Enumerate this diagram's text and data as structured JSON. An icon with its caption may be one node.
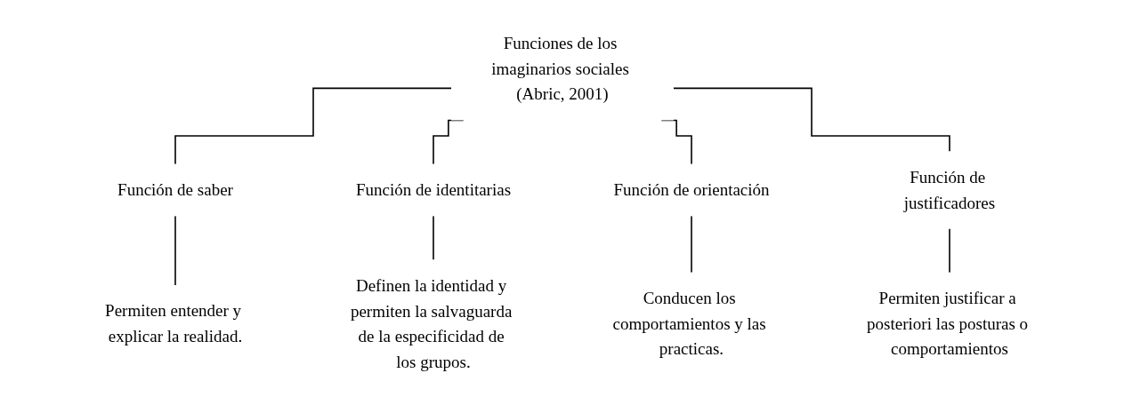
{
  "diagram": {
    "nodes": [
      {
        "text": [
          "Funciones de los imaginarios sociales (Abric, 2001)"
        ]
      },
      {
        "text": [
          "Función de saber"
        ]
      },
      {
        "text": [
          "Función de identitarias"
        ]
      },
      {
        "text": [
          "Función de orientación"
        ]
      },
      {
        "text": [
          "Función de justificadores"
        ]
      },
      {
        "text": [
          "Permiten entender y explicar la realidad."
        ]
      },
      {
        "text": [
          "Definen la identidad y permiten la salvaguarda de la especificidad de los grupos."
        ]
      },
      {
        "text": [
          "Conducen los comportamientos y las practicas."
        ]
      },
      {
        "text": [
          "Permiten justificar a posteriori las posturas o comportamientos"
        ]
      }
    ],
    "edges": [
      {
        "from": 0,
        "to": 1,
        "arrow": "none"
      },
      {
        "from": 0,
        "to": 2,
        "arrow": "none"
      },
      {
        "from": 0,
        "to": 3,
        "arrow": "none"
      },
      {
        "from": 0,
        "to": 4,
        "arrow": "none"
      },
      {
        "from": 1,
        "to": 5,
        "arrow": "none"
      },
      {
        "from": 2,
        "to": 6,
        "arrow": "none"
      },
      {
        "from": 3,
        "to": 7,
        "arrow": "none"
      },
      {
        "from": 4,
        "to": 8,
        "arrow": "none"
      }
    ]
  }
}
